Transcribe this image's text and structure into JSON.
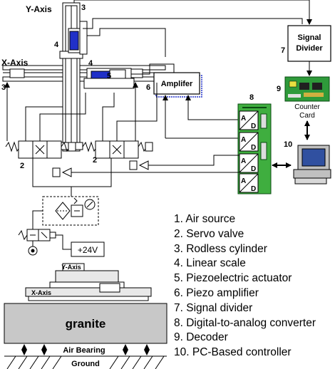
{
  "labels": {
    "y_axis": "Y-Axis",
    "x_axis": "X-Axis",
    "signal_divider_line1": "Signal",
    "signal_divider_line2": "Divider",
    "amplifier": "Amplifer",
    "counter_card_line1": "Counter",
    "counter_card_line2": "Card",
    "supply_voltage": "+24V",
    "mini_y_axis": "Y-Axis",
    "mini_x_axis": "X-Axis",
    "granite": "granite",
    "air_bearing": "Air Bearing",
    "ground": "Ground",
    "dac_a": "A",
    "dac_d": "D"
  },
  "callouts": {
    "n2a": "2",
    "n2b": "2",
    "n3top": "3",
    "n3left": "3",
    "n4a": "4",
    "n4b": "4",
    "n5": "5",
    "n6": "6",
    "n7": "7",
    "n8": "8",
    "n9": "9",
    "n10": "10"
  },
  "legend": [
    "1. Air source",
    "2. Servo valve",
    "3. Rodless cylinder",
    "4. Linear scale",
    "5. Piezoelectric actuator",
    "6. Piezo amplifier",
    "7. Signal divider",
    "8. Digital-to-analog converter",
    "9. Decoder",
    "10. PC-Based controller"
  ],
  "colors": {
    "dac_board": "#3fae3f",
    "counter_card": "#2e9a3a",
    "piezo": "#2030c8",
    "granite": "#c8c8c8",
    "computer": "#c0c0c0"
  }
}
